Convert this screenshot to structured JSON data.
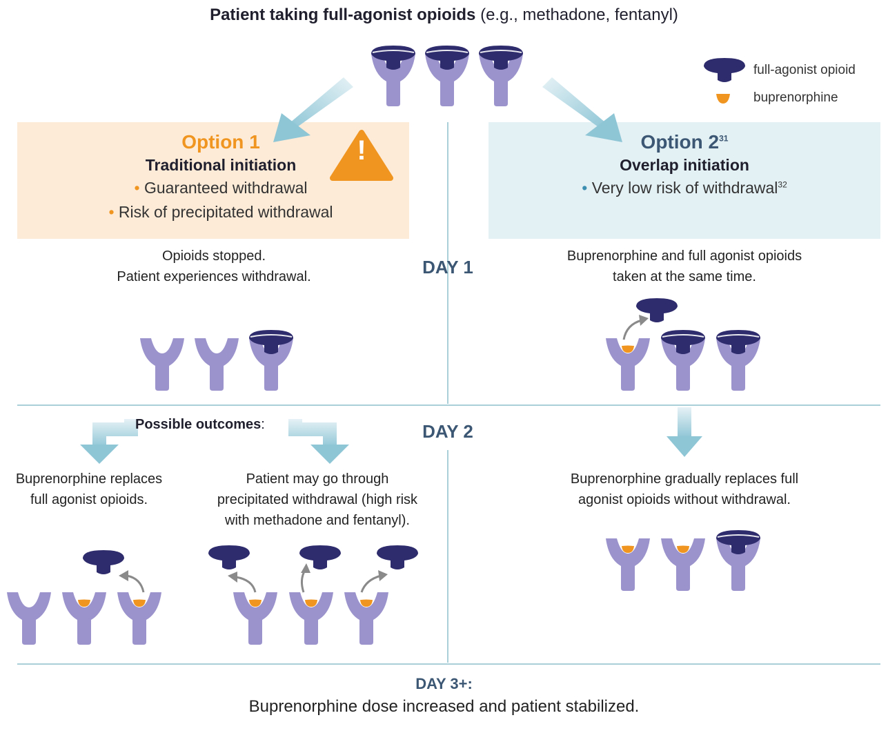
{
  "title": {
    "bold": "Patient taking full-agonist opioids",
    "rest": " (e.g., methadone, fentanyl)"
  },
  "legend": {
    "opioid_label": "full-agonist opioid",
    "bup_label": "buprenorphine"
  },
  "option1": {
    "title": "Option 1",
    "subtitle": "Traditional initiation",
    "bullets": [
      "Guaranteed withdrawal",
      "Risk of precipitated withdrawal"
    ],
    "warning_mark": "!"
  },
  "option2": {
    "title": "Option 2",
    "title_ref": "31",
    "subtitle": "Overlap initiation",
    "bullet": "Very low risk of withdrawal",
    "bullet_ref": "32"
  },
  "day1": {
    "label": "DAY 1",
    "left_line1": "Opioids stopped.",
    "left_line2": "Patient experiences withdrawal.",
    "right_line1": "Buprenorphine and full agonist opioids",
    "right_line2": "taken at the same time."
  },
  "day2": {
    "label": "DAY 2",
    "possible_bold": "Possible outcomes",
    "possible_colon": ":",
    "outcome_a_line1": "Buprenorphine replaces",
    "outcome_a_line2": "full agonist opioids.",
    "outcome_b_line1": "Patient may go through",
    "outcome_b_line2": "precipitated withdrawal (high risk",
    "outcome_b_line3": "with methadone and fentanyl).",
    "right_line1": "Buprenorphine gradually replaces full",
    "right_line2": "agonist opioids without withdrawal."
  },
  "day3": {
    "label": "DAY 3+:",
    "text": "Buprenorphine dose increased and patient stabilized."
  },
  "colors": {
    "receptor": "#9b93cc",
    "opioid": "#2f2c6d",
    "buprenorphine": "#ef9520",
    "option1_bg": "#fdebd7",
    "option2_bg": "#e3f0f4",
    "day_text": "#3c5773",
    "divider": "#a9cfd9",
    "arrow_curved": "#8a8a8a"
  }
}
